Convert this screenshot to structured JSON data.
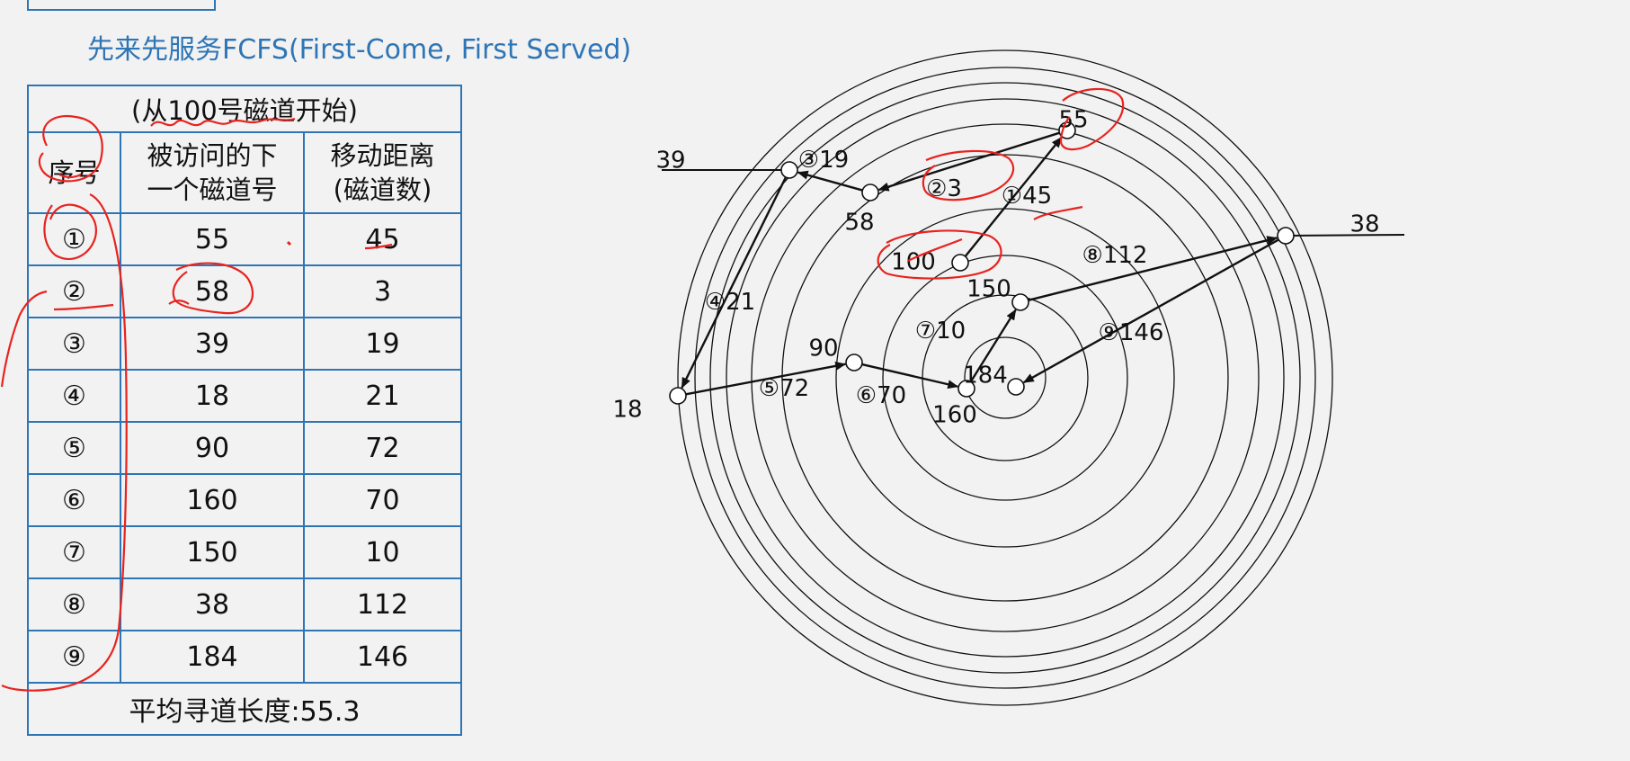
{
  "slide": {
    "title": "先来先服务FCFS(First-Come, First Served)"
  },
  "table": {
    "caption": "(从100号磁道开始)",
    "headers": [
      "序号",
      "被访问的下\n一个磁道号",
      "移动距离\n(磁道数)"
    ],
    "rows": [
      {
        "seq": "①",
        "track": "55",
        "distance": "45"
      },
      {
        "seq": "②",
        "track": "58",
        "distance": "3"
      },
      {
        "seq": "③",
        "track": "39",
        "distance": "19"
      },
      {
        "seq": "④",
        "track": "18",
        "distance": "21"
      },
      {
        "seq": "⑤",
        "track": "90",
        "distance": "72"
      },
      {
        "seq": "⑥",
        "track": "160",
        "distance": "70"
      },
      {
        "seq": "⑦",
        "track": "150",
        "distance": "10"
      },
      {
        "seq": "⑧",
        "track": "38",
        "distance": "112"
      },
      {
        "seq": "⑨",
        "track": "184",
        "distance": "146"
      }
    ],
    "footer": "平均寻道长度:55.3"
  },
  "diagram": {
    "start_track": "100",
    "tracks": [
      {
        "id": "t100",
        "label": "100"
      },
      {
        "id": "t55",
        "label": "55"
      },
      {
        "id": "t58",
        "label": "58"
      },
      {
        "id": "t39",
        "label": "39"
      },
      {
        "id": "t18",
        "label": "18"
      },
      {
        "id": "t90",
        "label": "90"
      },
      {
        "id": "t160",
        "label": "160"
      },
      {
        "id": "t150",
        "label": "150"
      },
      {
        "id": "t38",
        "label": "38"
      },
      {
        "id": "t184",
        "label": "184"
      }
    ],
    "moves": [
      {
        "from": "t100",
        "to": "t55",
        "label": "①45"
      },
      {
        "from": "t55",
        "to": "t58",
        "label": "②3"
      },
      {
        "from": "t58",
        "to": "t39",
        "label": "③19"
      },
      {
        "from": "t39",
        "to": "t18",
        "label": "④21"
      },
      {
        "from": "t18",
        "to": "t90",
        "label": "⑤72"
      },
      {
        "from": "t90",
        "to": "t160",
        "label": "⑥70"
      },
      {
        "from": "t160",
        "to": "t150",
        "label": "⑦10"
      },
      {
        "from": "t150",
        "to": "t38",
        "label": "⑧112"
      },
      {
        "from": "t38",
        "to": "t184",
        "label": "⑨146"
      }
    ]
  },
  "colors": {
    "title": "#2e75b6",
    "table_border": "#2e75b6",
    "annotation": "#e8231f",
    "diagram_line": "#111111",
    "background": "#f2f2f2"
  }
}
